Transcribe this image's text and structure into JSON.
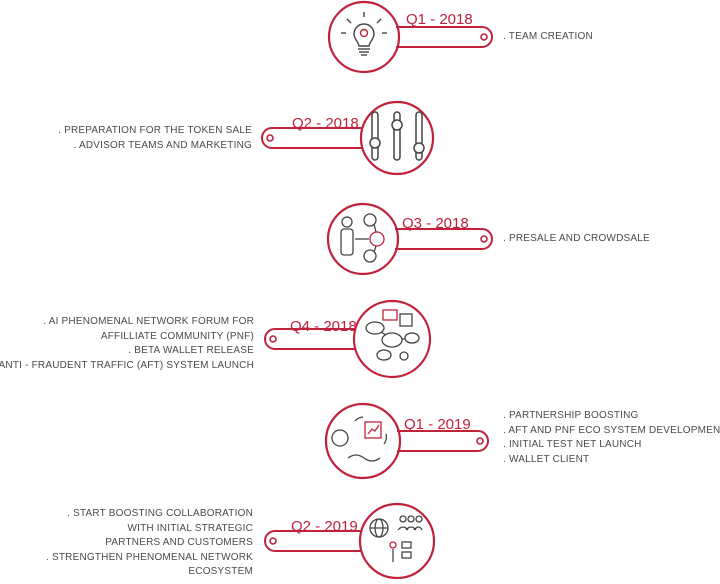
{
  "colors": {
    "accent": "#c0223c",
    "circle_stroke": "#c0223c",
    "icon": "#444444",
    "text": "#4a4a4a"
  },
  "milestones": [
    {
      "quarter": "Q1 - 2018",
      "side": "right",
      "icon": "lightbulb-icon",
      "items": [
        ". TEAM CREATION"
      ]
    },
    {
      "quarter": "Q2 - 2018",
      "side": "left",
      "icon": "sliders-icon",
      "items": [
        ". PREPARATION FOR THE TOKEN SALE",
        ". ADVISOR TEAMS AND MARKETING"
      ]
    },
    {
      "quarter": "Q3 - 2018",
      "side": "right",
      "icon": "person-coins-icon",
      "items": [
        ". PRESALE AND CROWDSALE"
      ]
    },
    {
      "quarter": "Q4 - 2018",
      "side": "left",
      "icon": "chat-network-icon",
      "items": [
        ". AI PHENOMENAL NETWORK FORUM FOR",
        "AFFILLIATE COMMUNITY (PNF)",
        ". BETA WALLET RELEASE",
        ". ANTI - FRAUDENT TRAFFIC (AFT) SYSTEM LAUNCH"
      ]
    },
    {
      "quarter": "Q1 - 2019",
      "side": "right",
      "icon": "partnership-icon",
      "items": [
        ". PARTNERSHIP BOOSTING",
        ". AFT AND PNF ECO SYSTEM DEVELOPMENT",
        ". INITIAL TEST NET LAUNCH",
        ". WALLET CLIENT"
      ]
    },
    {
      "quarter": "Q2 - 2019",
      "side": "left",
      "icon": "collaboration-icon",
      "items": [
        ". START BOOSTING COLLABORATION",
        "WITH INITIAL STRATEGIC",
        "PARTNERS AND CUSTOMERS",
        ". STRENGTHEN PHENOMENAL NETWORK",
        "ECOSYSTEM"
      ]
    }
  ]
}
